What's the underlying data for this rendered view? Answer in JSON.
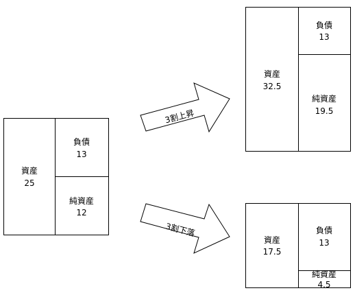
{
  "current": {
    "assets_label": "資産",
    "assets_value": "25",
    "liabilities_label": "負債",
    "liabilities_value": "13",
    "equity_label": "純資産",
    "equity_value": "12"
  },
  "up_arrow_label": "3割上昇",
  "up": {
    "assets_label": "資産",
    "assets_value": "32.5",
    "liabilities_label": "負債",
    "liabilities_value": "13",
    "equity_label": "純資産",
    "equity_value": "19.5"
  },
  "down_arrow_label": "3割下落",
  "down": {
    "assets_label": "資産",
    "assets_value": "17.5",
    "liabilities_label": "負債",
    "liabilities_value": "13",
    "equity_label": "純資産",
    "equity_value": "4.5"
  }
}
